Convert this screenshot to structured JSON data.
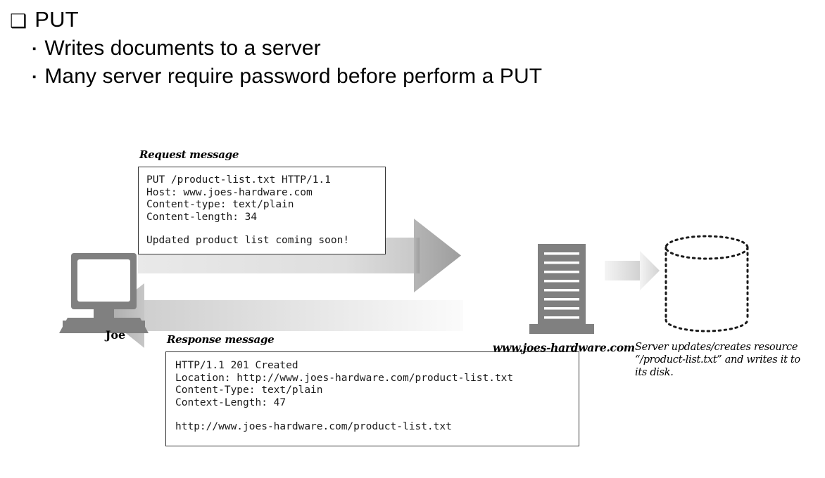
{
  "slide": {
    "bullets": [
      {
        "glyph": "❑",
        "glyph_name": "checkbox-bullet",
        "text": "PUT",
        "level": 1
      },
      {
        "glyph": "▪",
        "glyph_name": "square-bullet",
        "text": "Writes documents to a server",
        "level": 2
      },
      {
        "glyph": "▪",
        "glyph_name": "square-bullet",
        "text": "Many server require password before perform a PUT",
        "level": 2
      }
    ]
  },
  "figure": {
    "request": {
      "label": "Request message",
      "headers": "PUT /product-list.txt HTTP/1.1\nHost: www.joes-hardware.com\nContent-type: text/plain\nContent-length: 34",
      "body": "Updated product list coming soon!"
    },
    "response": {
      "label": "Response message",
      "headers": "HTTP/1.1 201 Created\nLocation: http://www.joes-hardware.com/product-list.txt\nContent-Type: text/plain\nContext-Length: 47",
      "body": "http://www.joes-hardware.com/product-list.txt"
    },
    "client": {
      "name": "Joe",
      "icon": "desktop-computer-icon"
    },
    "server": {
      "hostname": "www.joes-hardware.com",
      "icon": "server-tower-icon"
    },
    "storage": {
      "icon": "database-cylinder-icon",
      "caption": "Server updates/creates resource “/product-list.txt” and writes it to its disk."
    },
    "arrows": [
      {
        "name": "request-arrow",
        "direction": "right",
        "from": "client",
        "to": "server"
      },
      {
        "name": "response-arrow",
        "direction": "left",
        "from": "server",
        "to": "client"
      },
      {
        "name": "write-arrow",
        "direction": "right",
        "from": "server",
        "to": "storage"
      }
    ]
  },
  "colors": {
    "icon_gray": "#808080",
    "arrow_dark": "#a6a6a6",
    "arrow_light": "#e6e6e6",
    "box_border": "#333333",
    "text": "#000000"
  }
}
